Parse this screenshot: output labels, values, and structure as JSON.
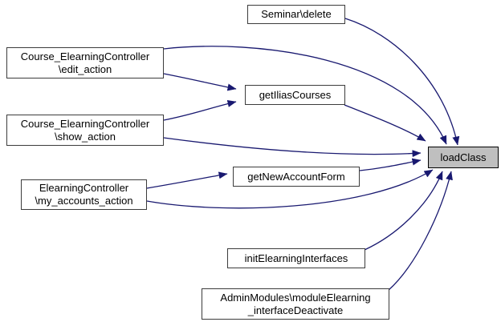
{
  "diagram": {
    "kind": "call-graph",
    "background_color": "#ffffff",
    "edge_color": "#191970",
    "node_fill": "#ffffff",
    "node_border_color": "#3c3c3c",
    "highlight_node_fill": "#bfbfbf",
    "highlight_node_border": "#000000",
    "nodes": [
      {
        "id": "seminar-delete",
        "label": "Seminar\\delete"
      },
      {
        "id": "course-edit-action",
        "label": "Course_ElearningController\n\\edit_action"
      },
      {
        "id": "get-ilias-courses",
        "label": "getIliasCourses"
      },
      {
        "id": "course-show-action",
        "label": "Course_ElearningController\n\\show_action"
      },
      {
        "id": "load-class",
        "label": "loadClass"
      },
      {
        "id": "get-new-account-form",
        "label": "getNewAccountForm"
      },
      {
        "id": "my-accounts-action",
        "label": "ElearningController\n\\my_accounts_action"
      },
      {
        "id": "init-elearning-interfaces",
        "label": "initElearningInterfaces"
      },
      {
        "id": "admin-modules-deactivate",
        "label": "AdminModules\\moduleElearning\n_interfaceDeactivate"
      }
    ],
    "edges": [
      {
        "from": "Seminar\\delete",
        "to": "loadClass"
      },
      {
        "from": "Course_ElearningController\\edit_action",
        "to": "loadClass"
      },
      {
        "from": "Course_ElearningController\\edit_action",
        "to": "getIliasCourses"
      },
      {
        "from": "Course_ElearningController\\show_action",
        "to": "getIliasCourses"
      },
      {
        "from": "Course_ElearningController\\show_action",
        "to": "loadClass"
      },
      {
        "from": "getIliasCourses",
        "to": "loadClass"
      },
      {
        "from": "getNewAccountForm",
        "to": "loadClass"
      },
      {
        "from": "ElearningController\\my_accounts_action",
        "to": "getNewAccountForm"
      },
      {
        "from": "ElearningController\\my_accounts_action",
        "to": "loadClass"
      },
      {
        "from": "initElearningInterfaces",
        "to": "loadClass"
      },
      {
        "from": "AdminModules\\moduleElearning_interfaceDeactivate",
        "to": "loadClass"
      }
    ]
  }
}
